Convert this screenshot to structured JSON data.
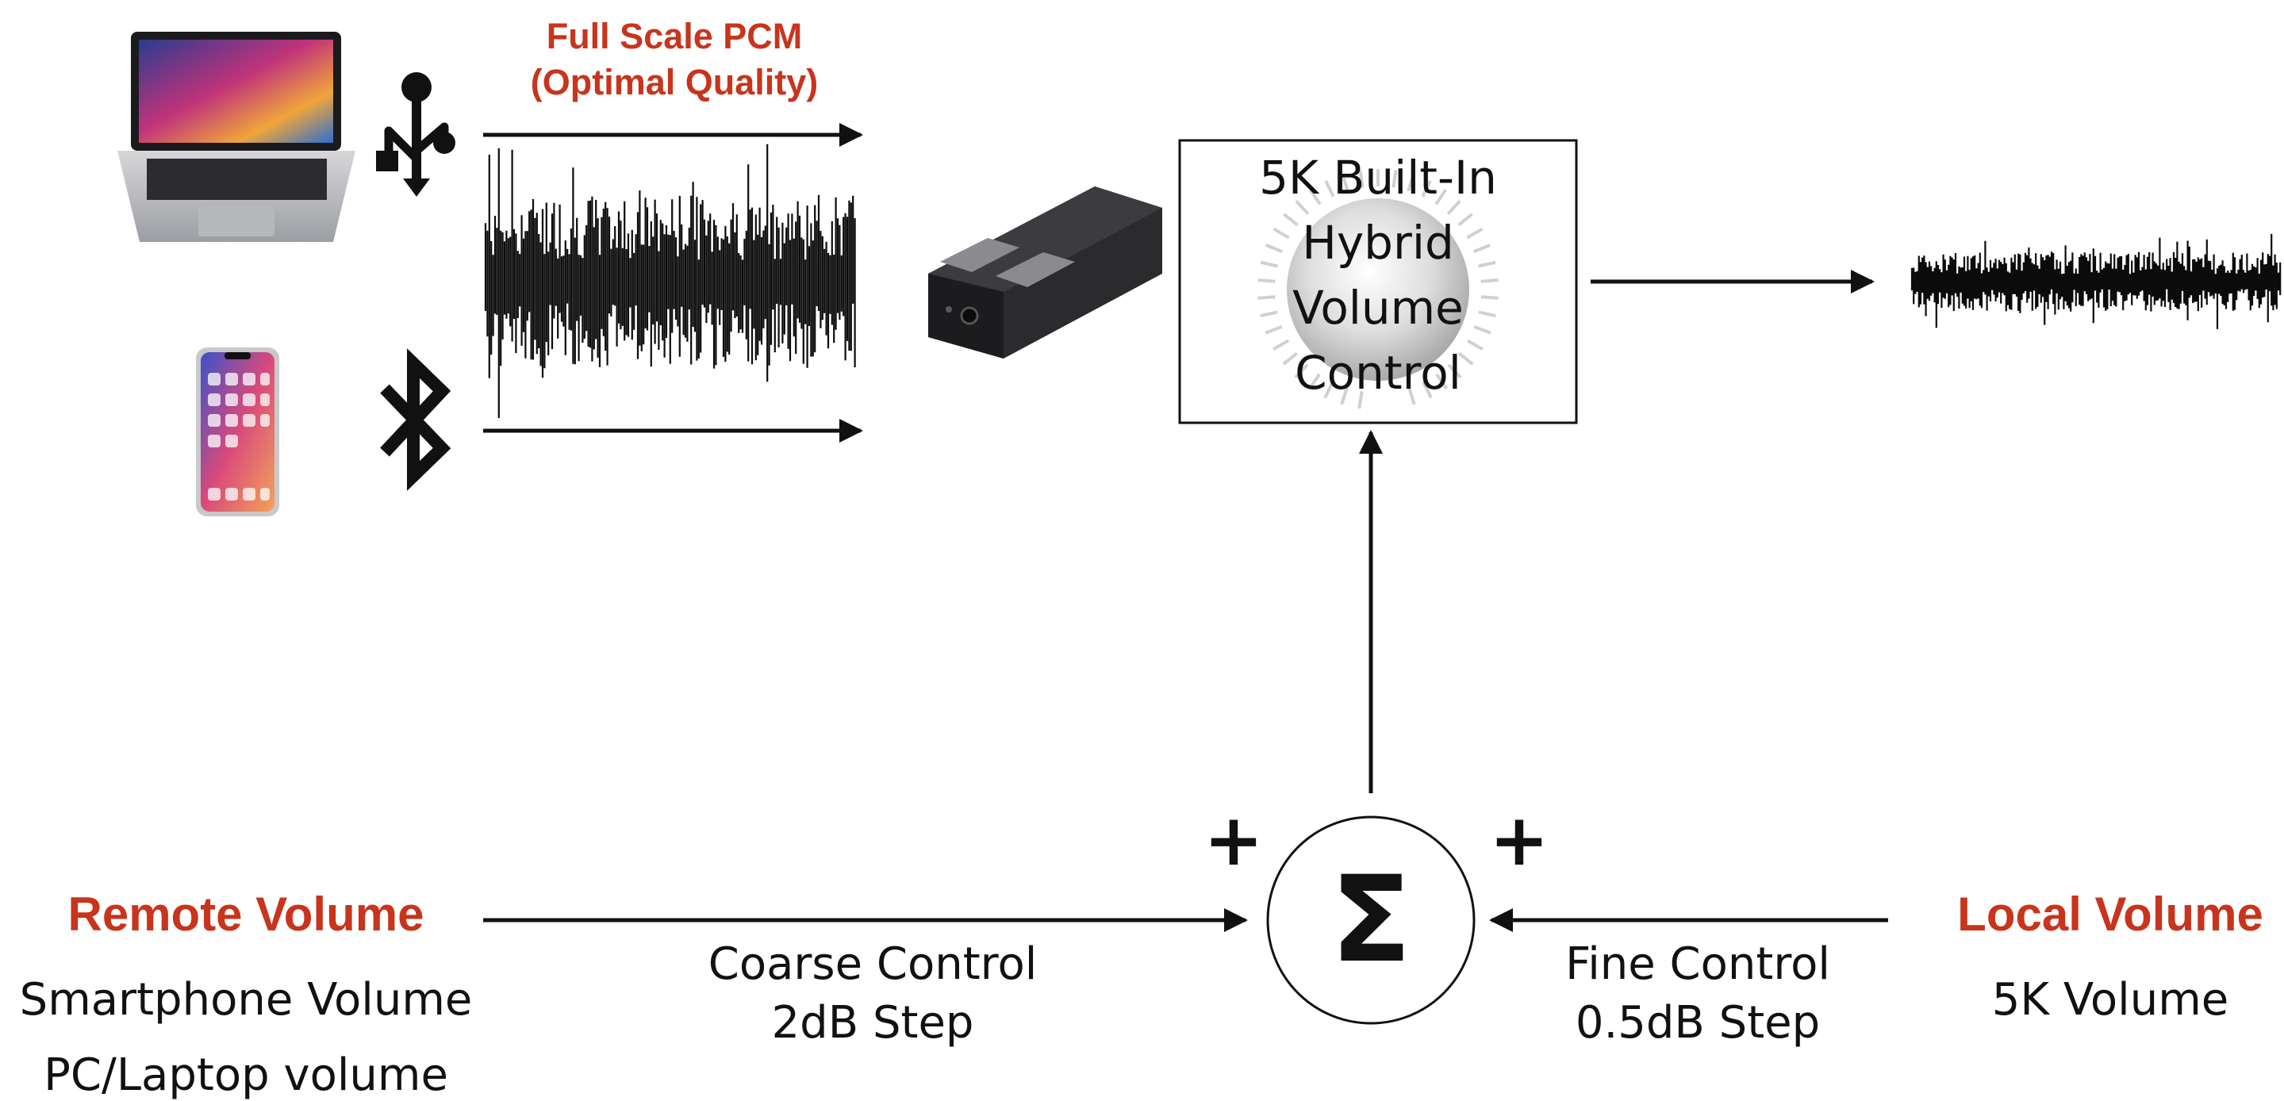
{
  "header": {
    "pcm_line1": "Full Scale PCM",
    "pcm_line2": "(Optimal Quality)"
  },
  "volume_box": {
    "lines": [
      "5K Built-In",
      "Hybrid",
      "Volume",
      "Control"
    ]
  },
  "sum_node": {
    "symbol": "Σ",
    "left_sign": "+",
    "right_sign": "+"
  },
  "remote": {
    "title": "Remote Volume",
    "items": [
      "Smartphone Volume",
      "PC/Laptop volume"
    ]
  },
  "coarse": {
    "line1": "Coarse Control",
    "line2": "2dB Step"
  },
  "fine": {
    "line1": "Fine Control",
    "line2": "0.5dB Step"
  },
  "local": {
    "title": "Local Volume",
    "item": "5K Volume"
  },
  "icons": {
    "source_top": "laptop-icon",
    "source_bottom": "smartphone-icon",
    "link_top": "usb-icon",
    "link_bottom": "bluetooth-icon",
    "device": "dac-device-icon",
    "knob": "volume-knob-icon"
  },
  "colors": {
    "accent": "#c8341c",
    "line": "#111111"
  }
}
